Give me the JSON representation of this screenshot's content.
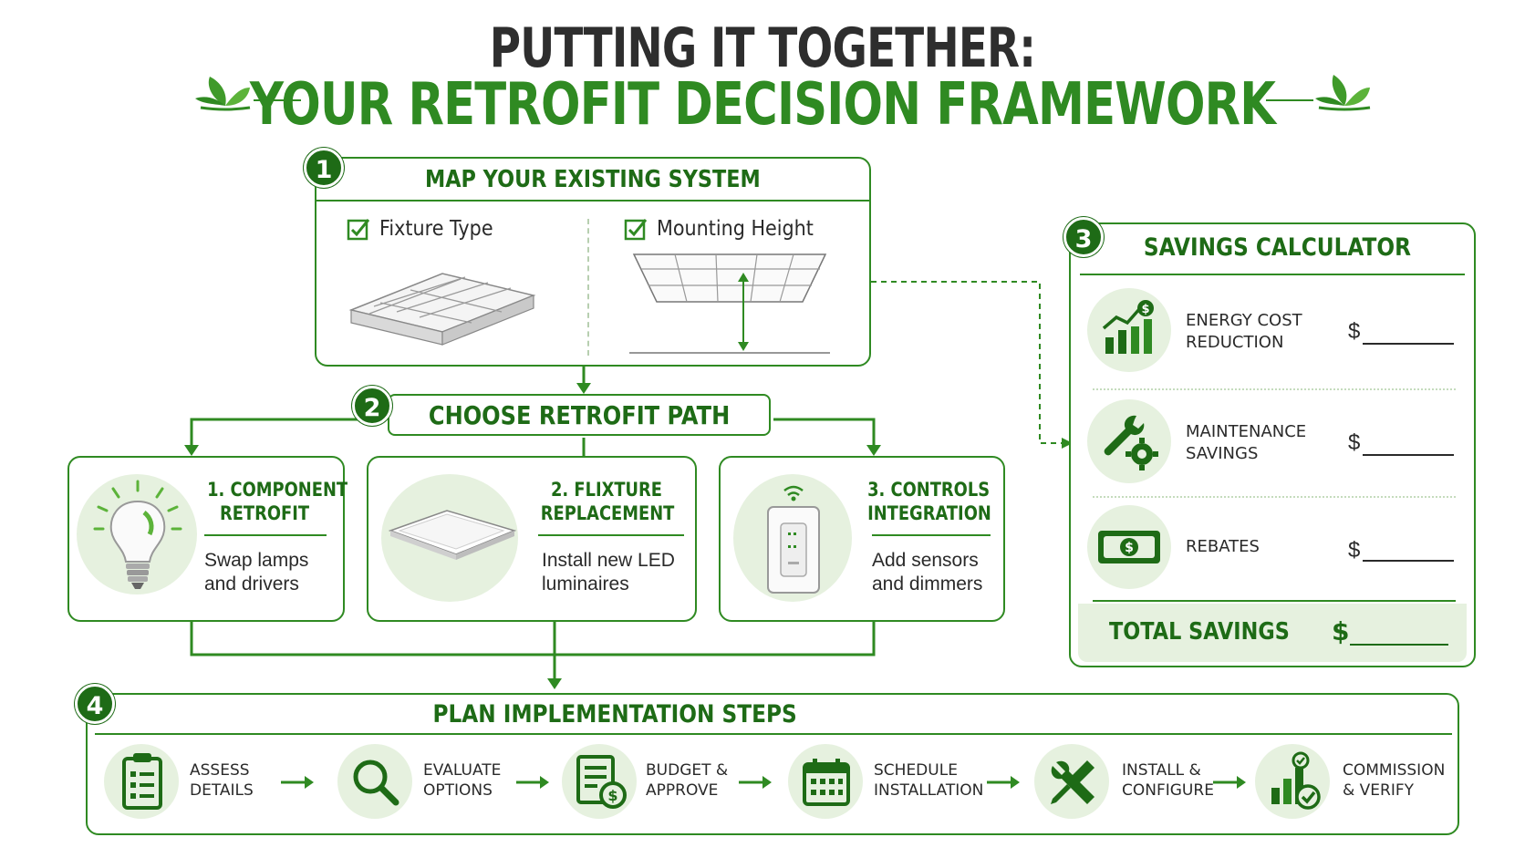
{
  "title": {
    "line1": "PUTTING IT TOGETHER:",
    "line2": "YOUR RETROFIT DECISION FRAMEWORK"
  },
  "colors": {
    "primary_green": "#2f8a22",
    "dark_green": "#1e6b16",
    "light_green": "#e6f1df",
    "text": "#2a2a2a"
  },
  "step1": {
    "number": "1",
    "heading": "MAP YOUR EXISTING SYSTEM",
    "items": [
      {
        "label": "Fixture Type",
        "icon": "checkbox-checked-icon",
        "illustration": "troffer-fixture"
      },
      {
        "label": "Mounting Height",
        "icon": "checkbox-checked-icon",
        "illustration": "ceiling-height-diagram"
      }
    ]
  },
  "step2": {
    "number": "2",
    "heading": "CHOOSE RETROFIT PATH",
    "options": [
      {
        "title_line1": "1. COMPONENT",
        "title_line2": "RETROFIT",
        "desc_line1": "Swap lamps",
        "desc_line2": "and drivers",
        "icon": "light-bulb-icon"
      },
      {
        "title_line1": "2. FLIXTURE",
        "title_line2": "REPLACEMENT",
        "desc_line1": "Install new LED",
        "desc_line2": "luminaires",
        "icon": "led-panel-icon"
      },
      {
        "title_line1": "3. CONTROLS",
        "title_line2": "INTEGRATION",
        "desc_line1": "Add sensors",
        "desc_line2": "and dimmers",
        "icon": "wall-switch-icon"
      }
    ]
  },
  "step3": {
    "number": "3",
    "heading": "SAVINGS CALCULATOR",
    "rows": [
      {
        "label_line1": "ENERGY COST",
        "label_line2": "REDUCTION",
        "currency": "$",
        "icon": "rising-chart-icon"
      },
      {
        "label_line1": "MAINTENANCE",
        "label_line2": "SAVINGS",
        "currency": "$",
        "icon": "wrench-gear-icon"
      },
      {
        "label_line1": "REBATES",
        "label_line2": "",
        "currency": "$",
        "icon": "banknote-icon"
      }
    ],
    "total": {
      "label": "TOTAL SAVINGS",
      "currency": "$"
    }
  },
  "step4": {
    "number": "4",
    "heading": "PLAN IMPLEMENTATION STEPS",
    "steps": [
      {
        "line1": "ASSESS",
        "line2": "DETAILS",
        "icon": "clipboard-icon"
      },
      {
        "line1": "EVALUATE",
        "line2": "OPTIONS",
        "icon": "magnifier-icon"
      },
      {
        "line1": "BUDGET &",
        "line2": "APPROVE",
        "icon": "budget-document-icon"
      },
      {
        "line1": "SCHEDULE",
        "line2": "INSTALLATION",
        "icon": "calendar-icon"
      },
      {
        "line1": "INSTALL &",
        "line2": "CONFIGURE",
        "icon": "tools-icon"
      },
      {
        "line1": "COMMISSION",
        "line2": "& VERIFY",
        "icon": "chart-check-icon"
      }
    ]
  }
}
